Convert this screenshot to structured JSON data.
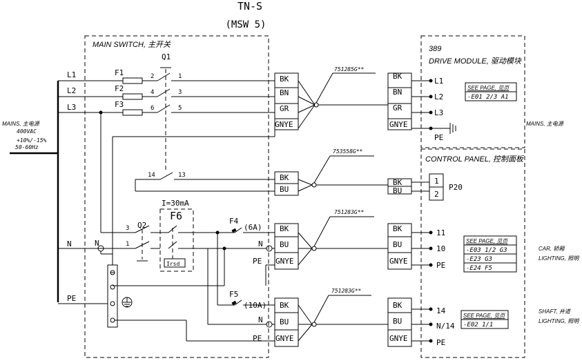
{
  "title": "TN-S",
  "subtitle": "(MSW 5)",
  "main_switch": {
    "label": "MAIN SWITCH, 主开关",
    "q1": "Q1",
    "q2": "Q2",
    "f6": "F6",
    "f6_current": "I=30mA",
    "f6_irsd": "Irsd",
    "fuses": [
      "F1",
      "F2",
      "F3"
    ],
    "f4": "F4",
    "f4_rating": "(6A)",
    "f5": "F5",
    "f5_rating": "(10A)",
    "contacts": {
      "c1": "1",
      "c2": "2",
      "c3": "3",
      "c4": "4",
      "c5": "5",
      "c6": "6",
      "c13": "13",
      "c14": "14",
      "q2_1": "1",
      "q2_3": "3"
    }
  },
  "mains": {
    "label": "MAINS, 主电源",
    "voltage": "400VAC",
    "tolerance": "+10%/-15%",
    "freq": "50-60Hz",
    "lines": [
      "L1",
      "L2",
      "L3",
      "N",
      "PE"
    ],
    "n_inner": "N"
  },
  "terminals": {
    "group1": [
      "BK",
      "BN",
      "GR",
      "GNYE"
    ],
    "group2": [
      "BK",
      "BU"
    ],
    "group3": [
      "BK",
      "BU",
      "GNYE"
    ],
    "group4": [
      "BK",
      "BU",
      "GNYE"
    ],
    "n_label": "N",
    "pe_label": "PE"
  },
  "cables": [
    "751285G**",
    "753558G**",
    "751283G**",
    "751283G**"
  ],
  "drive_module": {
    "number": "389",
    "label": "DRIVE MODULE, 驱动模块",
    "pins": [
      "L1",
      "L2",
      "L3",
      "PE"
    ],
    "see_page": "SEE PAGE, 见页",
    "ref": "-E01 2/3 A1",
    "right_label": "MAINS, 主电源"
  },
  "control_panel": {
    "label": "CONTROL PANEL, 控制面板",
    "p20": "P20",
    "p20_pins": [
      "1",
      "2"
    ],
    "car_pins": [
      "11",
      "10",
      "PE"
    ],
    "car_see_page": "SEE PAGE, 见页",
    "car_refs": [
      "-E03 1/2 G3",
      "-E23 G3",
      "-E24 F5"
    ],
    "car_label": "CAR, 轿厢",
    "car_label2": "LIGHTING, 照明",
    "shaft_pins": [
      "14",
      "N/14",
      "PE"
    ],
    "shaft_see_page": "SEE PAGE, 见页",
    "shaft_ref": "-E02 1/1",
    "shaft_label": "SHAFT, 井道",
    "shaft_label2": "LIGHTING, 照明"
  }
}
